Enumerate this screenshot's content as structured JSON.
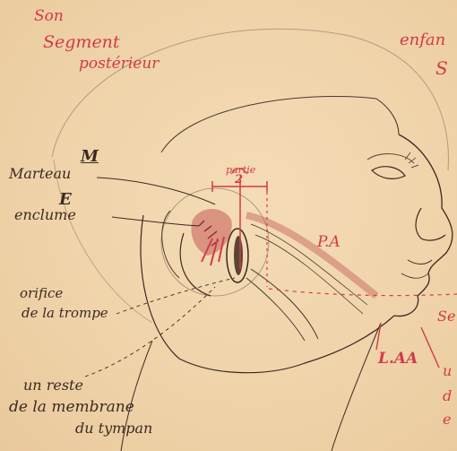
{
  "labels": {
    "top_left_red": [
      "Son",
      "Segment",
      "postérieur"
    ],
    "top_right_red": [
      "enfan",
      "S"
    ],
    "M_letter": "M",
    "M_word": "Marteau",
    "E_letter": "E",
    "E_word": "enclume",
    "partie_label": "partie",
    "partie_number": "2",
    "PA": "P.A",
    "orifice": [
      "orifice",
      "de la trompe"
    ],
    "membrane": [
      "un reste",
      "de la membrane",
      "du tympan"
    ],
    "LAA": "L.AA",
    "right_edge": [
      "Se",
      "u",
      "d",
      "e"
    ]
  },
  "colors": {
    "paper": "#f1d4ab",
    "ink": "#3b2a22",
    "red_ink": "#d23a48"
  }
}
